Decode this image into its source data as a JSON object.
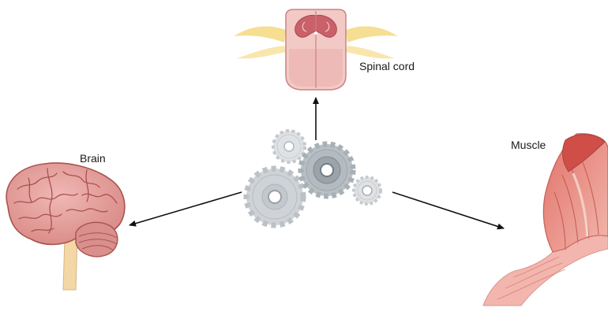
{
  "labels": {
    "spinal_cord": "Spinal cord",
    "brain": "Brain",
    "muscle": "Muscle"
  },
  "colors": {
    "tissue_pink": "#e8a3a3",
    "tissue_dark": "#b85858",
    "nerve_yellow": "#f5dc8c",
    "gear_grey": "#c8ccd0",
    "gear_dark": "#9aa0a6",
    "arrow": "#111111"
  },
  "icons": [
    "spinal-cord-icon",
    "brain-icon",
    "muscle-icon",
    "gears-icon"
  ]
}
